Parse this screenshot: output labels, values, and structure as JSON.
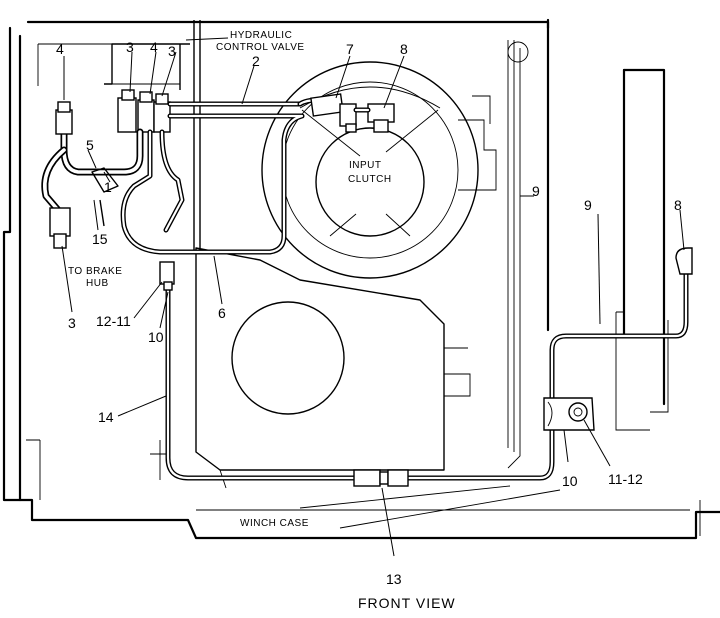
{
  "diagram": {
    "labels": {
      "hydraulic_control_valve": "HYDRAULIC CONTROL VALVE",
      "input_clutch_line1": "INPUT",
      "input_clutch_line2": "CLUTCH",
      "to_brake_hub_line1": "TO BRAKE",
      "to_brake_hub_line2": "HUB",
      "winch_case": "WINCH CASE",
      "view_title": "FRONT VIEW"
    },
    "callouts": {
      "c4_left": "4",
      "c3_top_left": "3",
      "c4_top_mid": "4",
      "c3_top_right": "3",
      "c2": "2",
      "c7": "7",
      "c8_top": "8",
      "c5": "5",
      "c1": "1",
      "c15": "15",
      "c3_bottom": "3",
      "c12_11": "12-11",
      "c10_left": "10",
      "c6": "6",
      "c14": "14",
      "c9_mid": "9",
      "c9_right": "9",
      "c8_right": "8",
      "c10_right": "10",
      "c11_12": "11-12",
      "c13": "13"
    }
  }
}
